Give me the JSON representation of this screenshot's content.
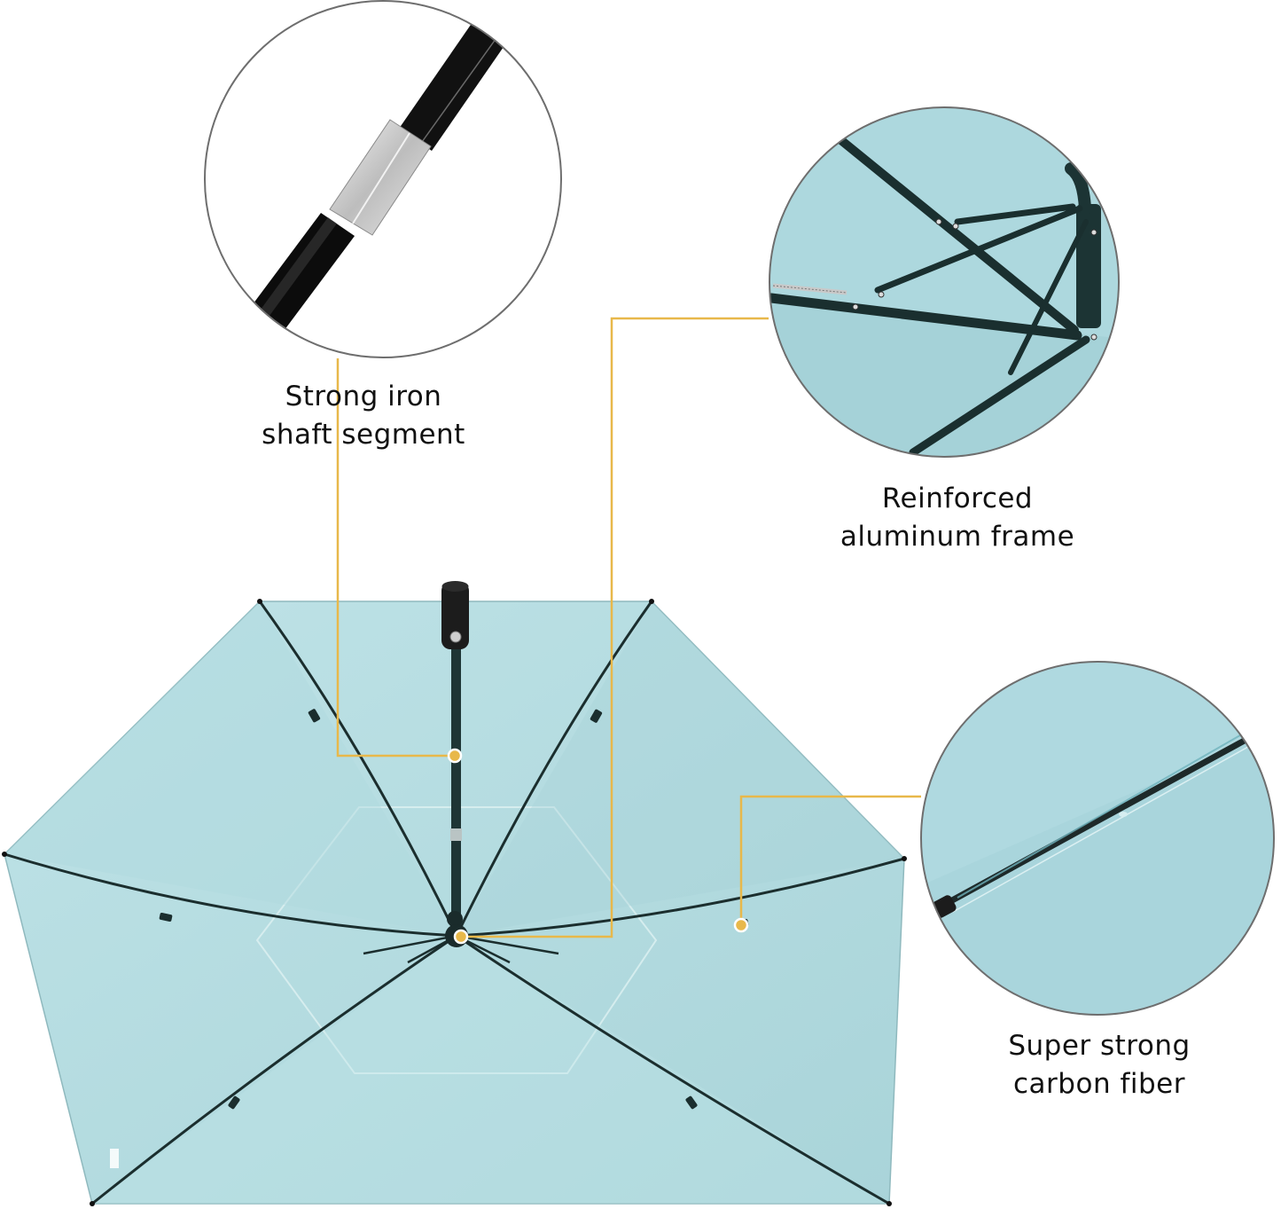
{
  "colors": {
    "background": "#FFFFFF",
    "canopy": "#B5DDE1",
    "canopy_shadow": "#A6D2D7",
    "frame": "#1E3A3A",
    "callout_line": "#E8B84A",
    "circle_border": "#6E6E6E",
    "text": "#111111"
  },
  "callouts": [
    {
      "id": "shaft",
      "line1": "Strong iron",
      "line2": "shaft segment",
      "detail_icon": "shaft-segment-closeup"
    },
    {
      "id": "frame",
      "line1": "Reinforced",
      "line2": "aluminum frame",
      "detail_icon": "frame-joint-closeup"
    },
    {
      "id": "carbon",
      "line1": "Super strong",
      "line2": "carbon fiber",
      "detail_icon": "carbon-rib-closeup"
    }
  ],
  "product": {
    "name_icon": "open-umbrella-underside",
    "ribs": 6
  }
}
